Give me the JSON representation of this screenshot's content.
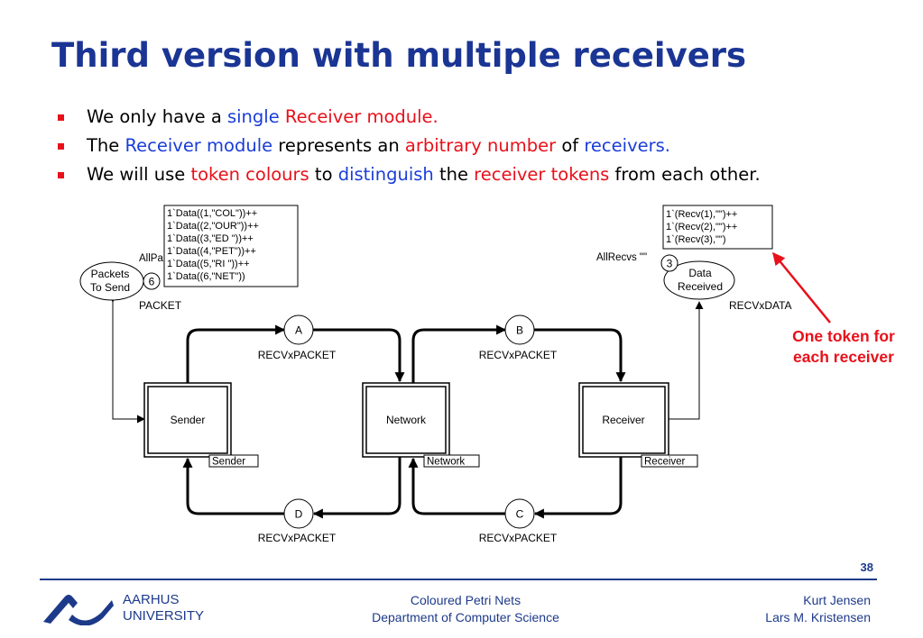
{
  "slide": {
    "title": "Third version with multiple receivers",
    "page_number": "38"
  },
  "bullets": [
    [
      {
        "text": "We only have a ",
        "color": "black"
      },
      {
        "text": "single",
        "color": "blue"
      },
      {
        "text": " ",
        "color": "black"
      },
      {
        "text": "Receiver module.",
        "color": "red"
      }
    ],
    [
      {
        "text": "The ",
        "color": "black"
      },
      {
        "text": "Receiver module",
        "color": "blue"
      },
      {
        "text": " represents an ",
        "color": "black"
      },
      {
        "text": "arbitrary number",
        "color": "red"
      },
      {
        "text": " of ",
        "color": "black"
      },
      {
        "text": "receivers.",
        "color": "blue"
      }
    ],
    [
      {
        "text": "We will use ",
        "color": "black"
      },
      {
        "text": "token colours",
        "color": "red"
      },
      {
        "text": " to ",
        "color": "black"
      },
      {
        "text": "distinguish",
        "color": "blue"
      },
      {
        "text": " the ",
        "color": "black"
      },
      {
        "text": "receiver tokens",
        "color": "red"
      },
      {
        "text": " from each other.",
        "color": "black"
      }
    ]
  ],
  "diagram": {
    "places": {
      "packets_to_send": {
        "line1": "Packets",
        "line2": "To Send",
        "count": "6",
        "init": "AllPa",
        "type": "PACKET"
      },
      "data_received": {
        "line1": "Data",
        "line2": "Received",
        "count": "3",
        "init": "AllRecvs \"\"",
        "type": "RECVxDATA"
      },
      "A": {
        "label": "A",
        "type": "RECVxPACKET"
      },
      "B": {
        "label": "B",
        "type": "RECVxPACKET"
      },
      "C": {
        "label": "C",
        "type": "RECVxPACKET"
      },
      "D": {
        "label": "D",
        "type": "RECVxPACKET"
      }
    },
    "transitions": {
      "sender": {
        "label": "Sender",
        "tag": "Sender"
      },
      "network": {
        "label": "Network",
        "tag": "Network"
      },
      "receiver": {
        "label": "Receiver",
        "tag": "Receiver"
      }
    },
    "packets_marking": [
      "1`Data((1,\"COL\"))++",
      "1`Data((2,\"OUR\"))++",
      "1`Data((3,\"ED \"))++",
      "1`Data((4,\"PET\"))++",
      "1`Data((5,\"RI  \"))++",
      "1`Data((6,\"NET\"))"
    ],
    "received_marking": [
      "1`(Recv(1),\"\")++",
      "1`(Recv(2),\"\")++",
      "1`(Recv(3),\"\")"
    ]
  },
  "callout": {
    "line1": "One token for",
    "line2": "each receiver"
  },
  "footer": {
    "university_line1": "AARHUS",
    "university_line2": "UNIVERSITY",
    "course_line1": "Coloured Petri Nets",
    "course_line2": "Department of Computer Science",
    "author1": "Kurt Jensen",
    "author2": "Lars M. Kristensen"
  },
  "colors": {
    "title": "#1a3594",
    "accent_red": "#e8101a",
    "accent_blue": "#1a3dd8",
    "footer_blue": "#1d3a8a"
  }
}
